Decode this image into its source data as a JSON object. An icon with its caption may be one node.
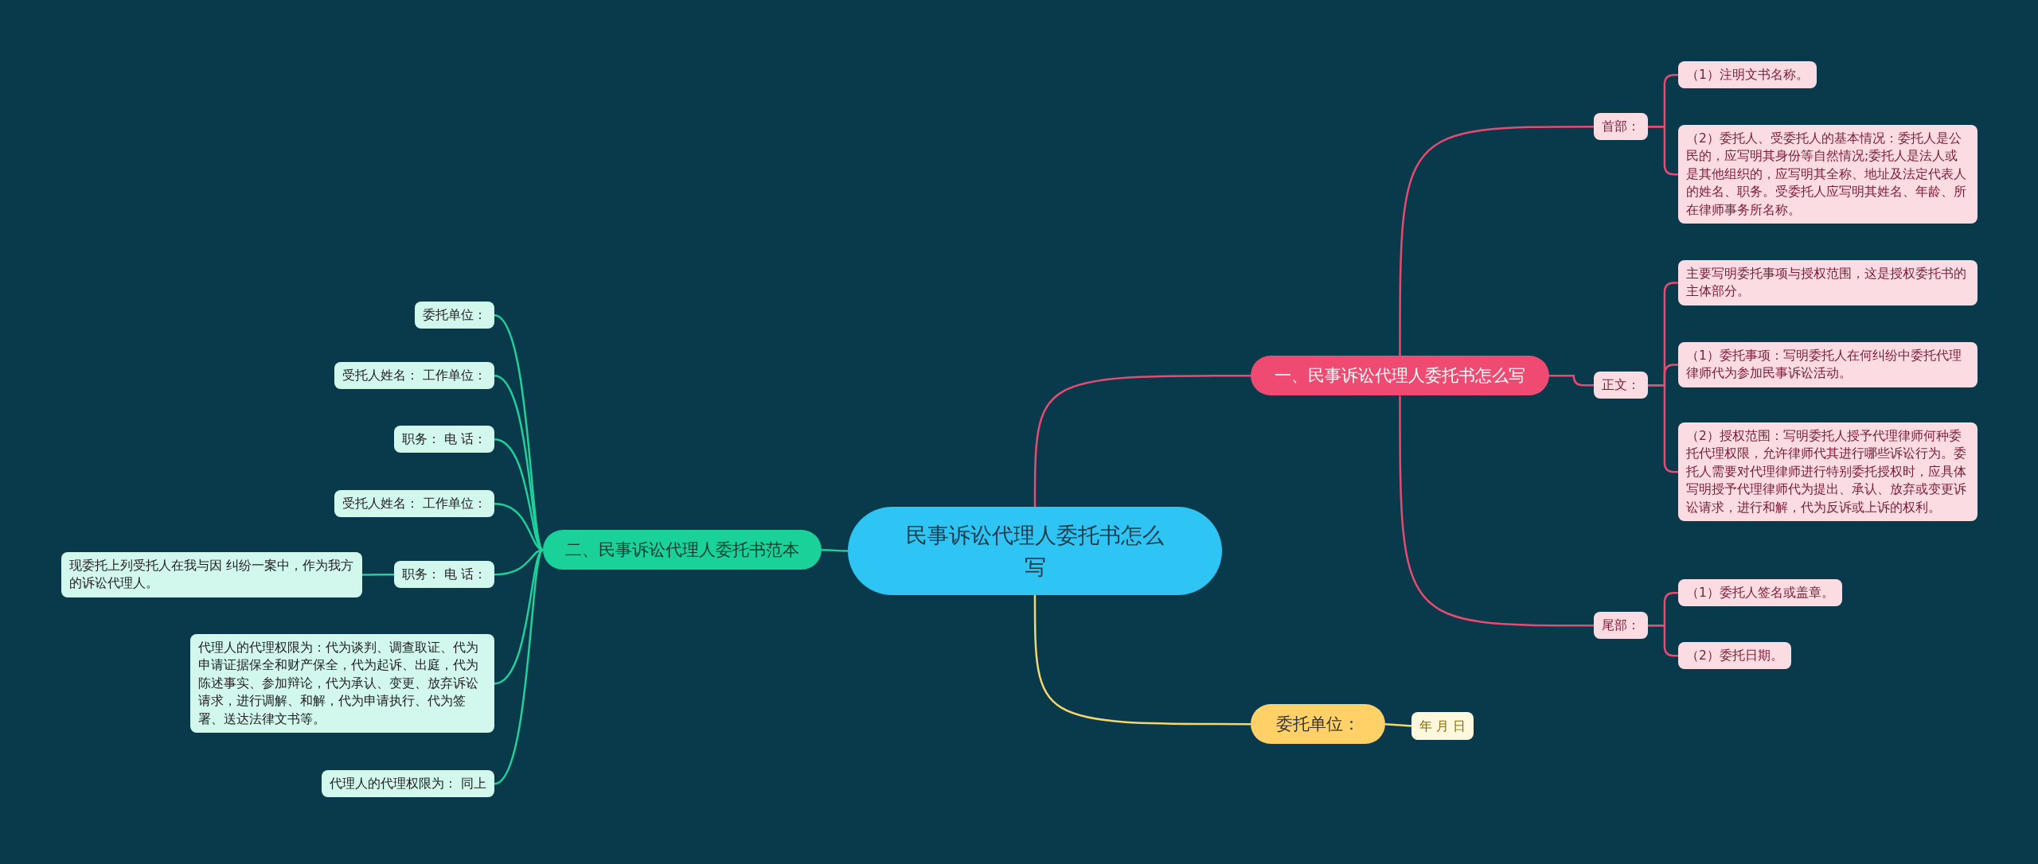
{
  "diagram": {
    "nodes": [
      {
        "text": [
          "民事诉讼代理人委托书怎么写"
        ]
      },
      {
        "text": [
          "一、民事诉讼代理人委托书怎么写"
        ]
      },
      {
        "text": [
          "首部："
        ]
      },
      {
        "text": [
          "（1）注明文书名称。"
        ]
      },
      {
        "text": [
          "（2）委托人、受委托人的基本情况：委托人是公民的，应写明其身份等自然情况;委托人是法人或是其他组织的，应写明其全称、地址及法定代表人的姓名、职务。受委托人应写明其姓名、年龄、所在律师事务所名称。"
        ]
      },
      {
        "text": [
          "正文："
        ]
      },
      {
        "text": [
          "主要写明委托事项与授权范围，这是授权委托书的主体部分。"
        ]
      },
      {
        "text": [
          "（1）委托事项：写明委托人在何纠纷中委托代理律师代为参加民事诉讼活动。"
        ]
      },
      {
        "text": [
          "（2）授权范围：写明委托人授予代理律师何种委托代理权限，允许律师代其进行哪些诉讼行为。委托人需要对代理律师进行特别委托授权时，应具体写明授予代理律师代为提出、承认、放弃或变更诉讼请求，进行和解，代为反诉或上诉的权利。"
        ]
      },
      {
        "text": [
          "尾部："
        ]
      },
      {
        "text": [
          "（1）委托人签名或盖章。"
        ]
      },
      {
        "text": [
          "（2）委托日期。"
        ]
      },
      {
        "text": [
          "二、民事诉讼代理人委托书范本"
        ]
      },
      {
        "text": [
          "委托单位："
        ]
      },
      {
        "text": [
          "受托人姓名：  工作单位："
        ]
      },
      {
        "text": [
          "职务：  电 话："
        ]
      },
      {
        "text": [
          "受托人姓名：  工作单位："
        ]
      },
      {
        "text": [
          "职务：  电 话："
        ]
      },
      {
        "text": [
          "现委托上列受托人在我与因 纠纷一案中，作为我方的诉讼代理人。"
        ]
      },
      {
        "text": [
          "代理人的代理权限为：代为谈判、调查取证、代为申请证据保全和财产保全，代为起诉、出庭，代为陈述事实、参加辩论，代为承认、变更、放弃诉讼请求，进行调解、和解，代为申请执行、代为签署、送达法律文书等。"
        ]
      },
      {
        "text": [
          "代理人的代理权限为：  同上"
        ]
      },
      {
        "text": [
          "委托单位："
        ]
      },
      {
        "text": [
          "年 月 日"
        ]
      }
    ],
    "edges": [
      {
        "from": 0,
        "to": 1,
        "arrow": "none"
      },
      {
        "from": 1,
        "to": 2,
        "arrow": "none"
      },
      {
        "from": 2,
        "to": 3,
        "arrow": "none"
      },
      {
        "from": 2,
        "to": 4,
        "arrow": "none"
      },
      {
        "from": 1,
        "to": 5,
        "arrow": "none"
      },
      {
        "from": 5,
        "to": 6,
        "arrow": "none"
      },
      {
        "from": 5,
        "to": 7,
        "arrow": "none"
      },
      {
        "from": 5,
        "to": 8,
        "arrow": "none"
      },
      {
        "from": 1,
        "to": 9,
        "arrow": "none"
      },
      {
        "from": 9,
        "to": 10,
        "arrow": "none"
      },
      {
        "from": 9,
        "to": 11,
        "arrow": "none"
      },
      {
        "from": 0,
        "to": 12,
        "arrow": "none",
        "color": "#1fd19a"
      },
      {
        "from": 12,
        "to": 13,
        "arrow": "none",
        "color": "#1fd19a"
      },
      {
        "from": 12,
        "to": 14,
        "arrow": "none",
        "color": "#1fd19a"
      },
      {
        "from": 12,
        "to": 15,
        "arrow": "none",
        "color": "#1fd19a"
      },
      {
        "from": 12,
        "to": 16,
        "arrow": "none",
        "color": "#1fd19a"
      },
      {
        "from": 12,
        "to": 17,
        "arrow": "none",
        "color": "#1fd19a"
      },
      {
        "from": 17,
        "to": 18,
        "arrow": "none",
        "color": "#1fd19a"
      },
      {
        "from": 12,
        "to": 19,
        "arrow": "none",
        "color": "#1fd19a"
      },
      {
        "from": 12,
        "to": 20,
        "arrow": "none",
        "color": "#1fd19a"
      },
      {
        "from": 0,
        "to": 21,
        "arrow": "none",
        "color": "#f5d76e"
      },
      {
        "from": 21,
        "to": 22,
        "arrow": "none",
        "color": "#f5d76e"
      }
    ]
  }
}
